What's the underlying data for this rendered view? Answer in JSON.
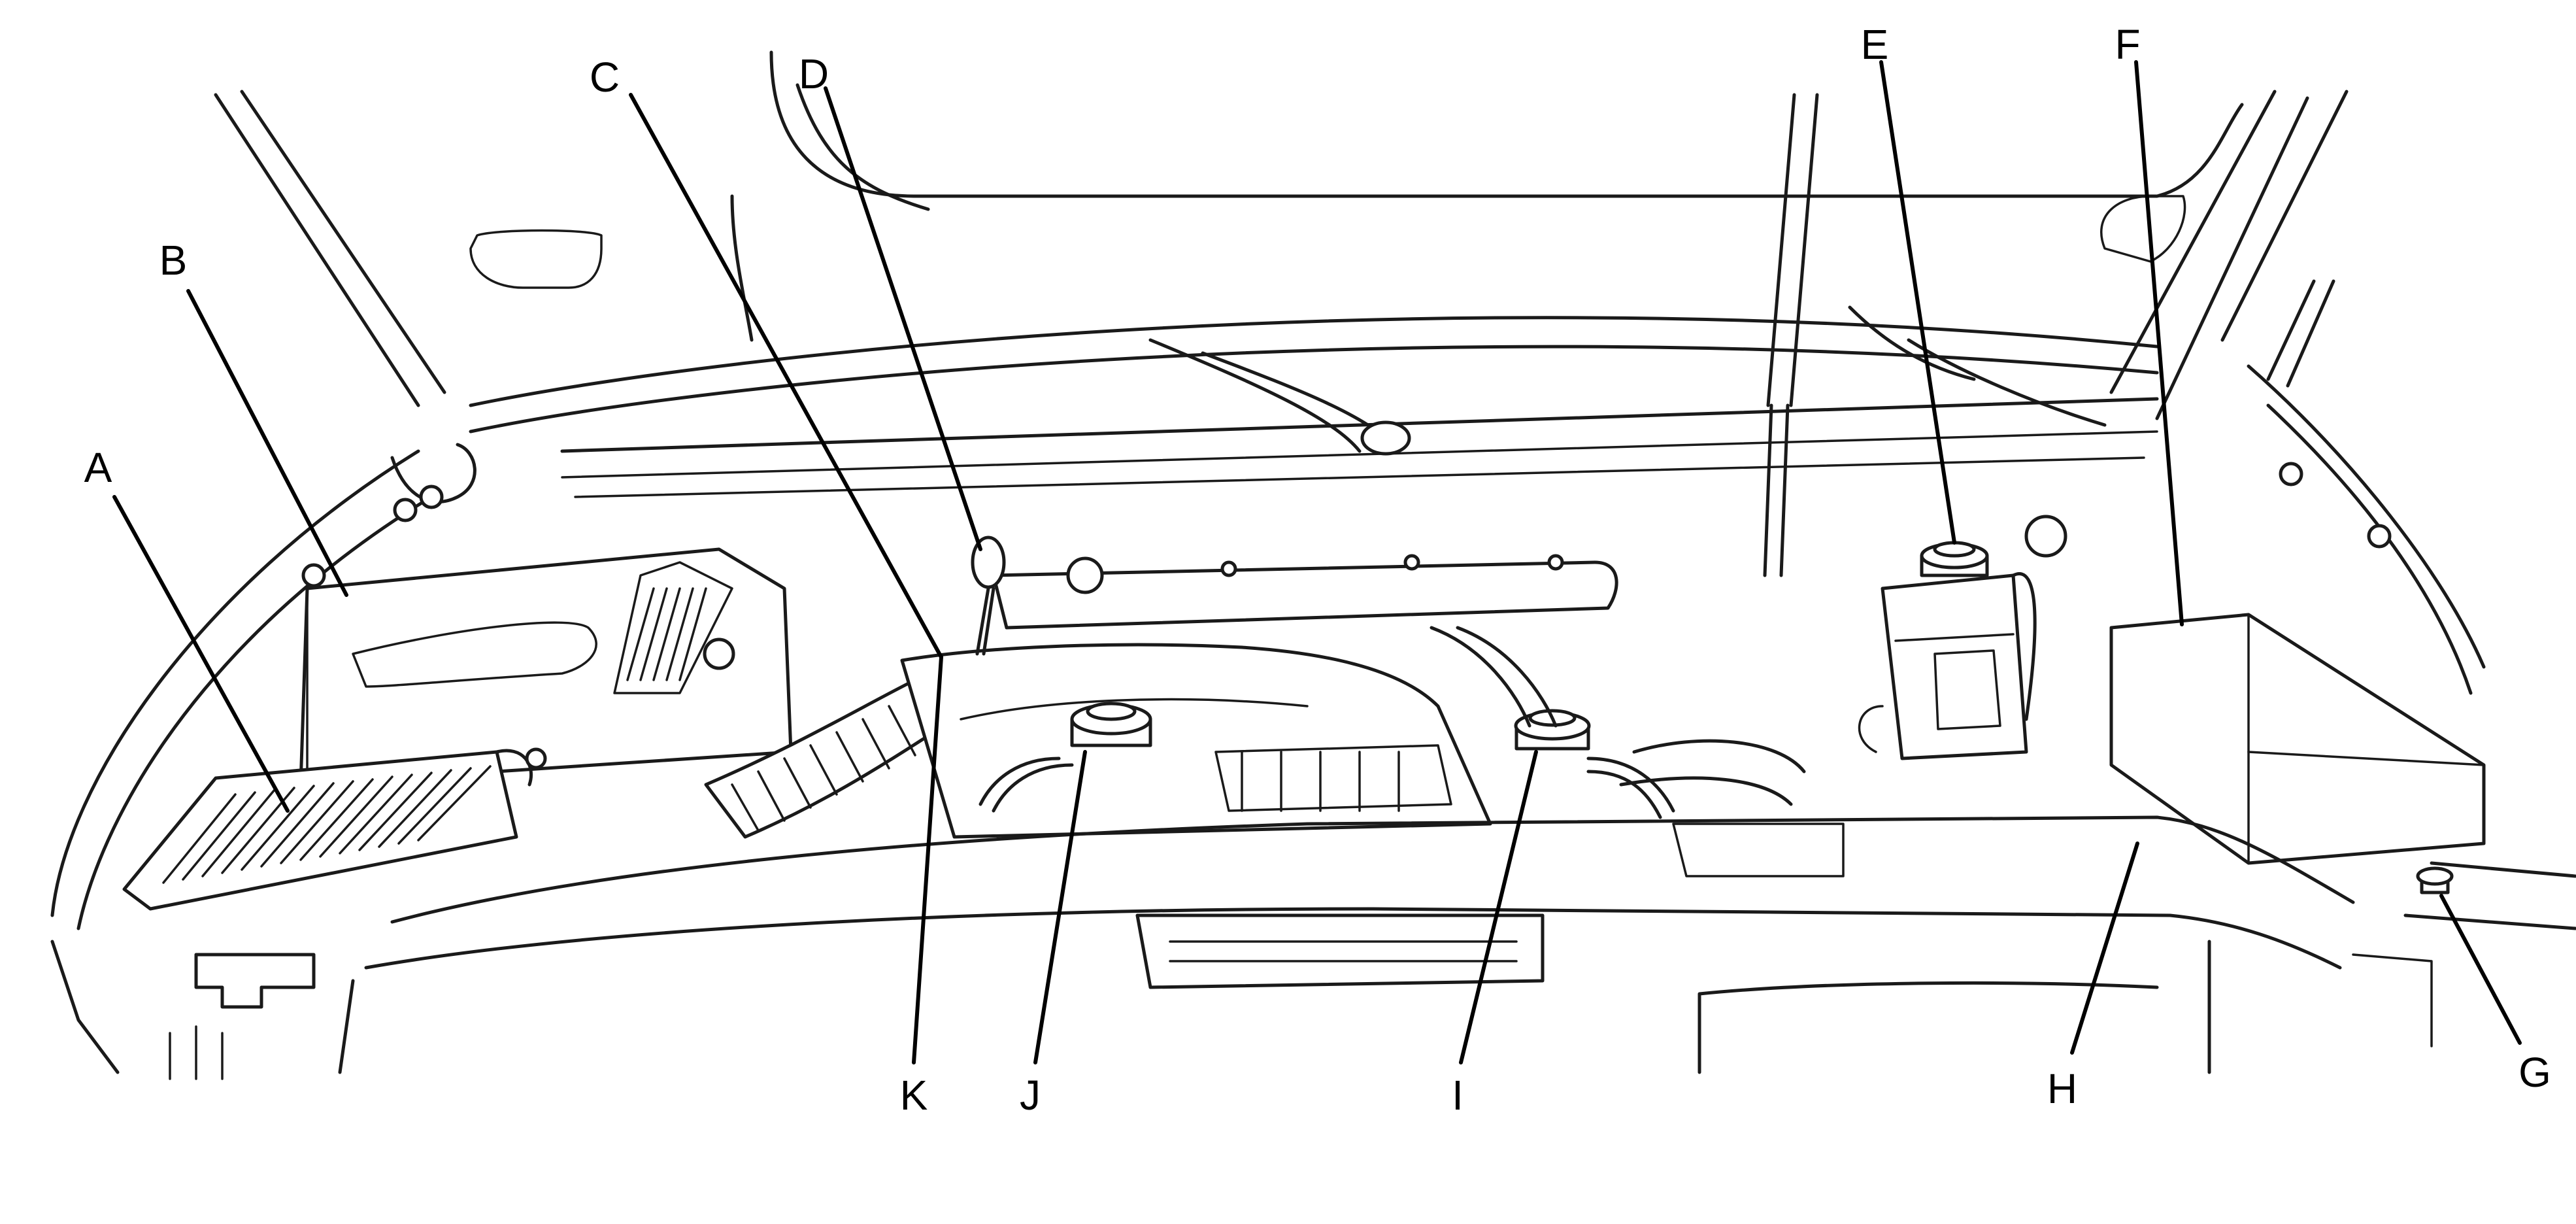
{
  "callouts": {
    "a": "A",
    "b": "B",
    "c": "C",
    "d": "D",
    "e": "E",
    "f": "F",
    "g": "G",
    "h": "H",
    "i": "I",
    "j": "J",
    "k": "K"
  }
}
